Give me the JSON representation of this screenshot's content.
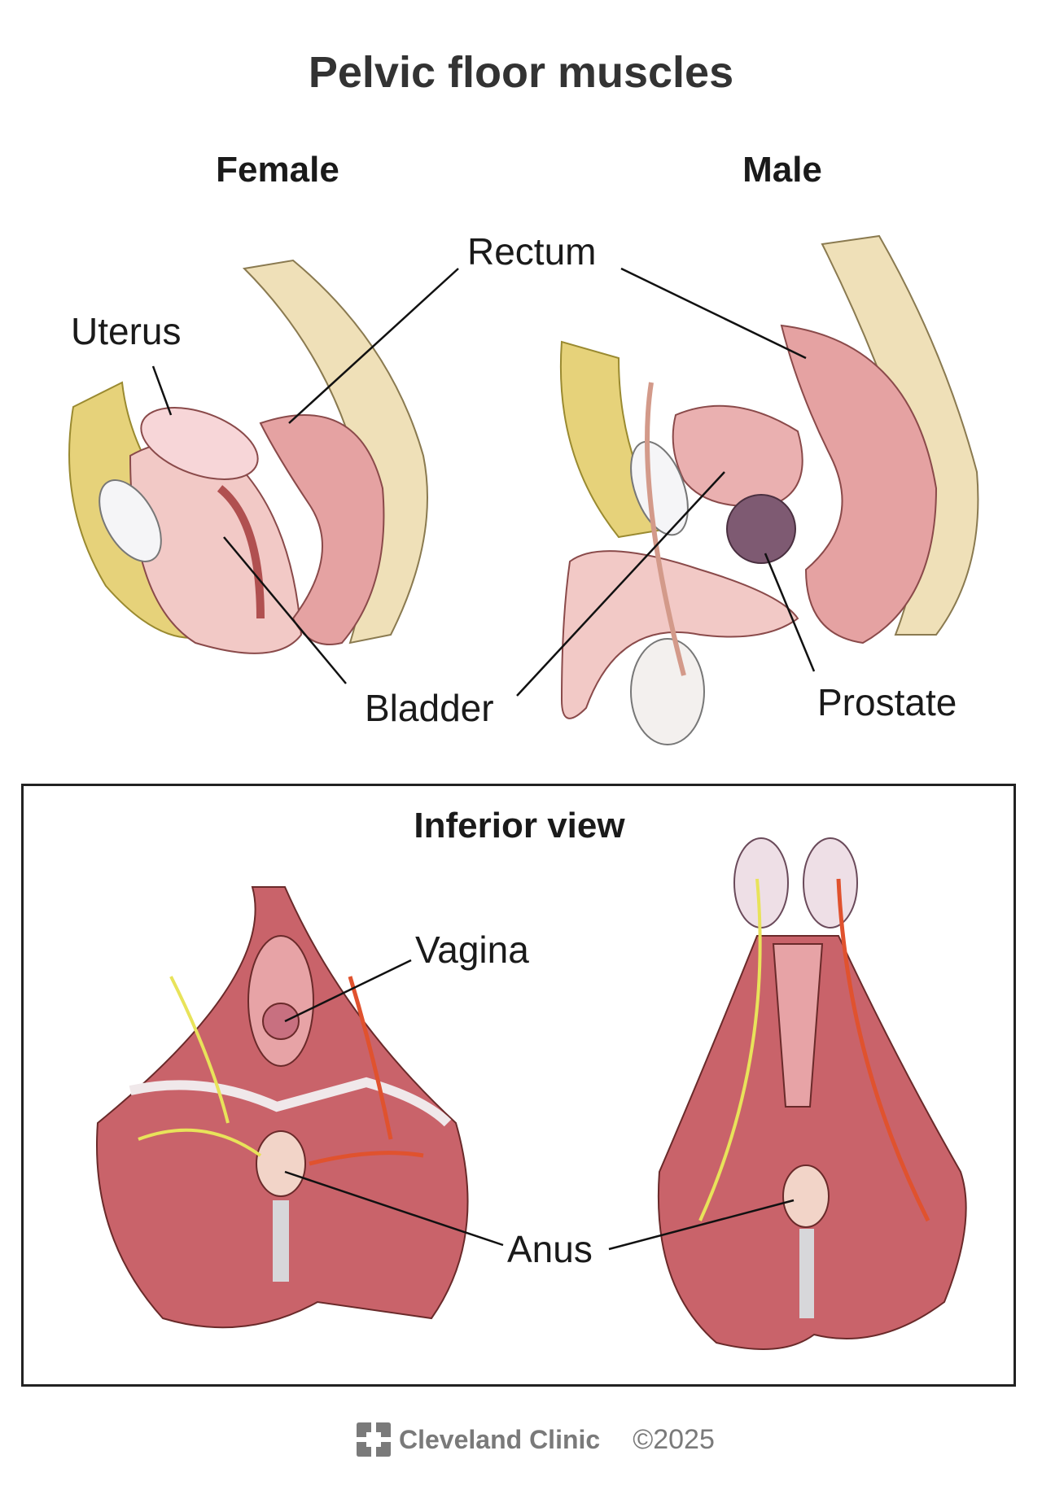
{
  "title": "Pelvic floor muscles",
  "sagittal": {
    "female_heading": "Female",
    "male_heading": "Male",
    "labels": {
      "rectum": "Rectum",
      "uterus": "Uterus",
      "bladder": "Bladder",
      "prostate": "Prostate"
    }
  },
  "inferior": {
    "heading": "Inferior view",
    "labels": {
      "vagina": "Vagina",
      "anus": "Anus"
    }
  },
  "footer": {
    "brand": "Cleveland Clinic",
    "copyright": "©2025"
  },
  "colors": {
    "muscle": "#c9636a",
    "muscle_light": "#e7a3a6",
    "tissue": "#f2c9c6",
    "bone": "#efe0b8",
    "fat": "#e6d27a",
    "nerve": "#e8e35a",
    "vessel": "#e0522e",
    "prostate": "#7e5a72"
  }
}
